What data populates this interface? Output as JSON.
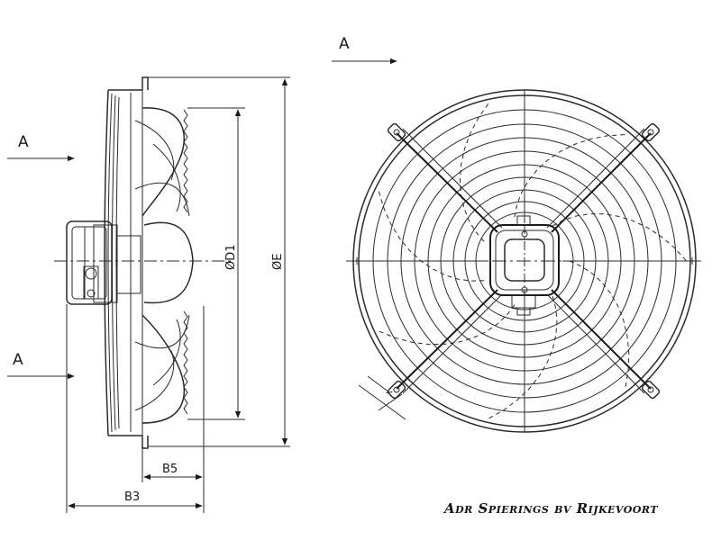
{
  "view_labels": {
    "top": "A",
    "left_upper": "A",
    "left_lower": "A"
  },
  "dimensions": {
    "d1": "ØD1",
    "e": "ØE",
    "b5": "B5",
    "b3": "B3"
  },
  "credit": "Adr Spierings bv Rijkevoort"
}
